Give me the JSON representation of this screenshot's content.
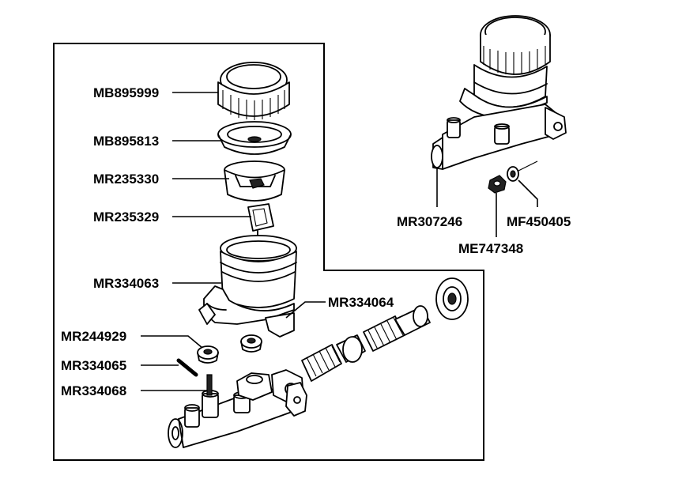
{
  "diagram": {
    "labels": {
      "mb895999": "MB895999",
      "mb895813": "MB895813",
      "mr235330": "MR235330",
      "mr235329": "MR235329",
      "mr334063": "MR334063",
      "mr334064": "MR334064",
      "mr244929": "MR244929",
      "mr334065": "MR334065",
      "mr334068": "MR334068",
      "mr307246": "MR307246",
      "mf450405": "MF450405",
      "me747348": "ME747348"
    }
  }
}
